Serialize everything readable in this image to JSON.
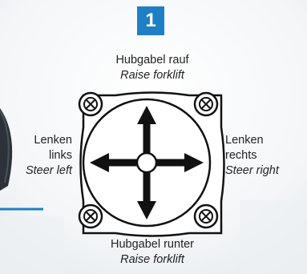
{
  "step_number": "1",
  "labels": {
    "up": {
      "de": "Hubgabel rauf",
      "en": "Raise forklift"
    },
    "down": {
      "de": "Hubgabel runter",
      "en": "Raise forklift"
    },
    "left": {
      "de_line1": "Lenken",
      "de_line2": "links",
      "en": "Steer left"
    },
    "right": {
      "de_line1": "Lenken",
      "de_line2": "rechts",
      "en": "Steer right"
    }
  },
  "colors": {
    "badge": "#1f7fc4",
    "accent_line": "#1f7fc4",
    "outline": "#111111"
  },
  "icons": [
    "arrow-up-icon",
    "arrow-down-icon",
    "arrow-left-icon",
    "arrow-right-icon",
    "screw-icon"
  ]
}
